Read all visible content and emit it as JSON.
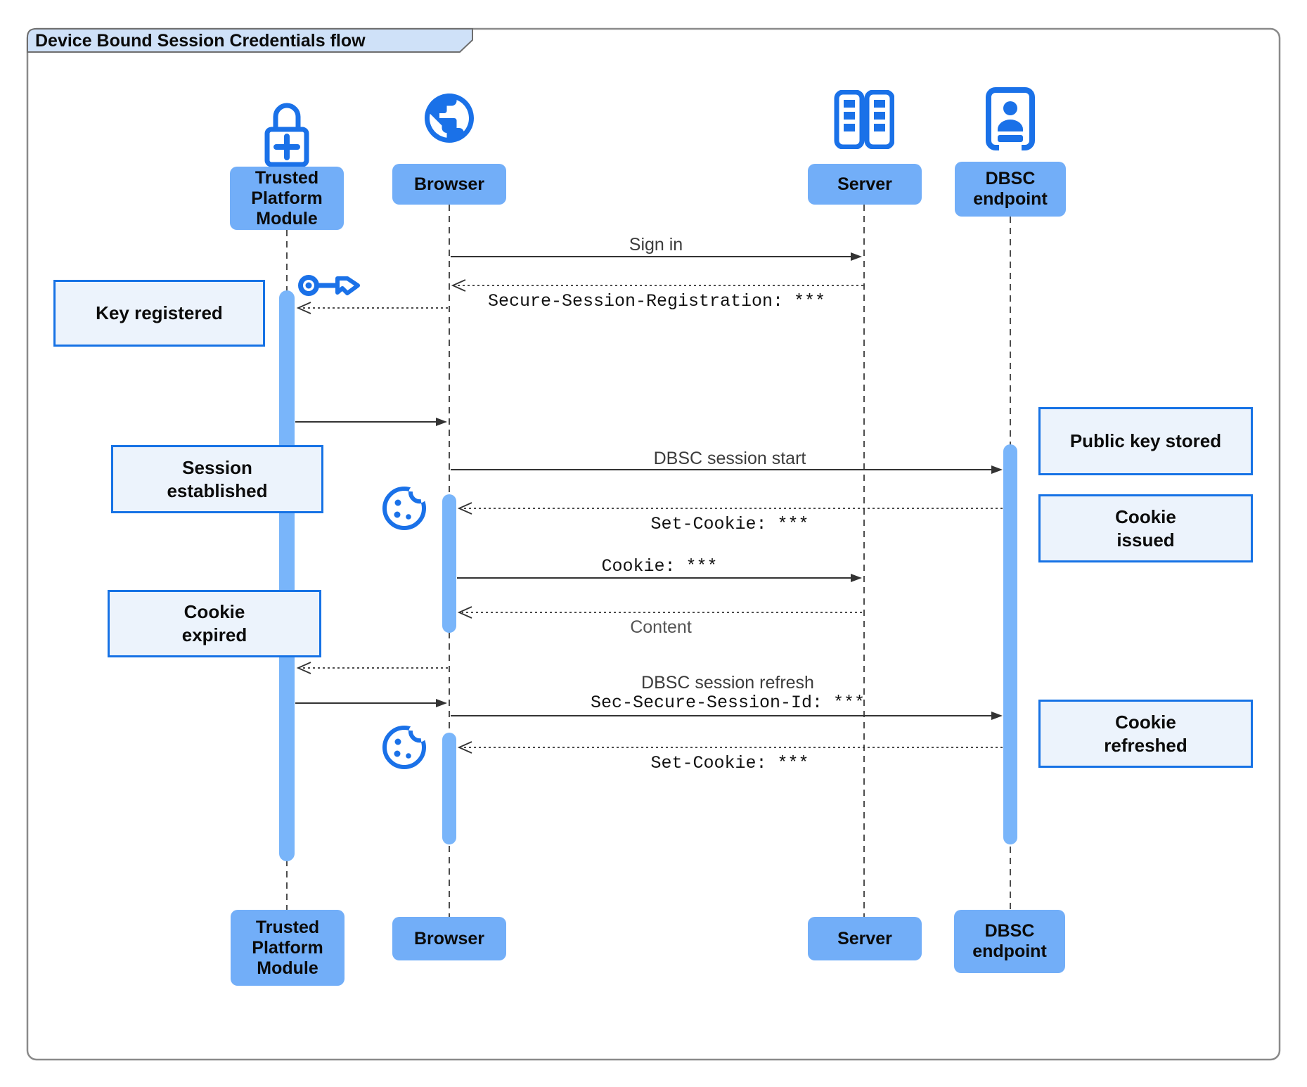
{
  "title": "Device Bound Session Credentials flow",
  "actors": {
    "tpm": {
      "label": "Trusted\nPlatform\nModule",
      "icon": "lock-plus-icon"
    },
    "browser": {
      "label": "Browser",
      "icon": "globe-icon"
    },
    "server": {
      "label": "Server",
      "icon": "server-rack-icon"
    },
    "dbsc": {
      "label": "DBSC\nendpoint",
      "icon": "person-door-icon"
    }
  },
  "messages": {
    "sign_in": "Sign in",
    "secure_session_registration": "Secure-Session-Registration: ***",
    "dbsc_session_start": "DBSC session start",
    "set_cookie_first": "Set-Cookie: ***",
    "cookie": "Cookie: ***",
    "content": "Content",
    "dbsc_session_refresh": "DBSC session refresh",
    "sec_secure_session_id": "Sec-Secure-Session-Id: ***",
    "set_cookie_refresh": "Set-Cookie: ***"
  },
  "notes": {
    "key_registered": "Key registered",
    "session_established": "Session\nestablished",
    "cookie_expired": "Cookie\nexpired",
    "public_key_stored": "Public key stored",
    "cookie_issued": "Cookie\nissued",
    "cookie_refreshed": "Cookie\nrefreshed"
  },
  "decorations": {
    "key_icon": "key-icon",
    "cookie_icon_first": "cookie-icon",
    "cookie_icon_second": "cookie-icon"
  },
  "colors": {
    "actor_fill": "#72AEF8",
    "activation_fill": "#79B5FA",
    "icon_blue": "#1A71E8",
    "note_fill": "#ECF3FC",
    "note_border": "#1672E5",
    "title_tab_fill": "#CFE1F8",
    "frame_border": "#8A8A8A",
    "line": "#333333"
  }
}
